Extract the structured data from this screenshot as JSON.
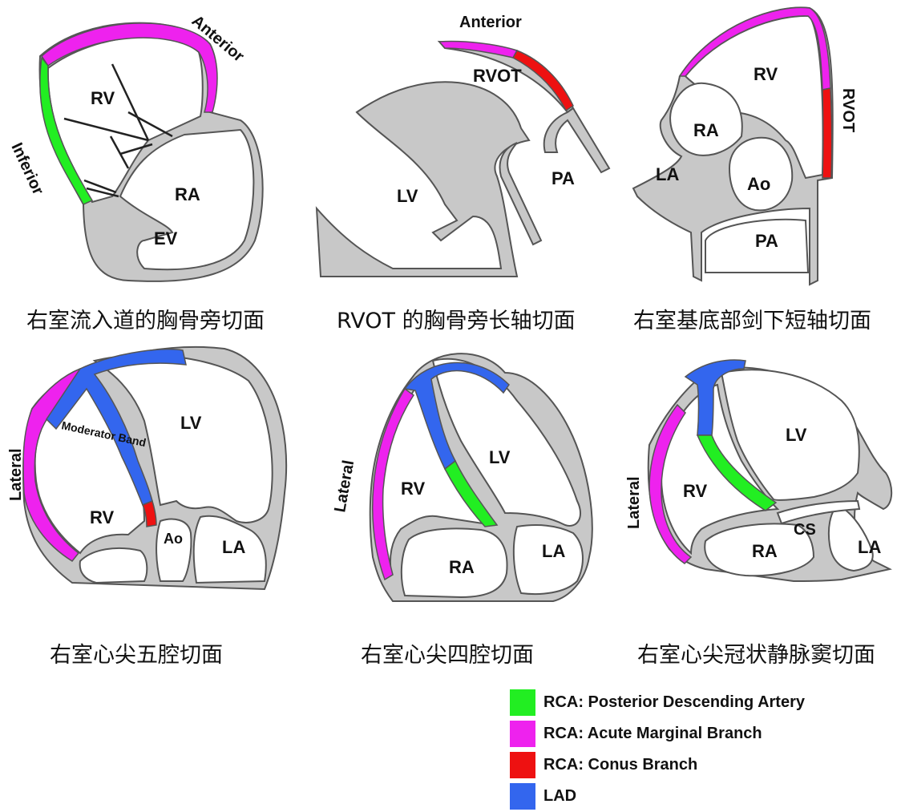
{
  "colors": {
    "tissue": "#c8c8c8",
    "outline": "#555555",
    "pda": "#22ee22",
    "acute_marginal": "#ee22ee",
    "conus": "#ee1111",
    "lad": "#3366ee"
  },
  "panels": [
    {
      "id": "rv-inflow",
      "caption": "右室流入道的胸骨旁切面",
      "labels": {
        "anterior": "Anterior",
        "inferior": "Inferior",
        "rv": "RV",
        "ra": "RA",
        "ev": "EV"
      }
    },
    {
      "id": "rvot-long-axis",
      "caption": "RVOT 的胸骨旁长轴切面",
      "labels": {
        "anterior": "Anterior",
        "rvot": "RVOT",
        "lv": "LV",
        "pa": "PA"
      }
    },
    {
      "id": "subcostal-short-axis",
      "caption": "右室基底部剑下短轴切面",
      "labels": {
        "rv": "RV",
        "rvot": "RVOT",
        "ra": "RA",
        "la": "LA",
        "ao": "Ao",
        "pa": "PA"
      }
    },
    {
      "id": "apical-five-chamber",
      "caption": "右室心尖五腔切面",
      "labels": {
        "lateral": "Lateral",
        "moderator_band": "Moderator Band",
        "lv": "LV",
        "rv": "RV",
        "ao": "Ao",
        "la": "LA"
      }
    },
    {
      "id": "apical-four-chamber",
      "caption": "右室心尖四腔切面",
      "labels": {
        "lateral": "Lateral",
        "lv": "LV",
        "rv": "RV",
        "ra": "RA",
        "la": "LA"
      }
    },
    {
      "id": "apical-coronary-sinus",
      "caption": "右室心尖冠状静脉窦切面",
      "labels": {
        "lateral": "Lateral",
        "lv": "LV",
        "rv": "RV",
        "cs": "CS",
        "ra": "RA",
        "la": "LA"
      }
    }
  ],
  "legend": [
    {
      "label": "RCA: Posterior Descending Artery",
      "color": "#22ee22"
    },
    {
      "label": "RCA: Acute Marginal Branch",
      "color": "#ee22ee"
    },
    {
      "label": "RCA: Conus Branch",
      "color": "#ee1111"
    },
    {
      "label": "LAD",
      "color": "#3366ee"
    }
  ]
}
